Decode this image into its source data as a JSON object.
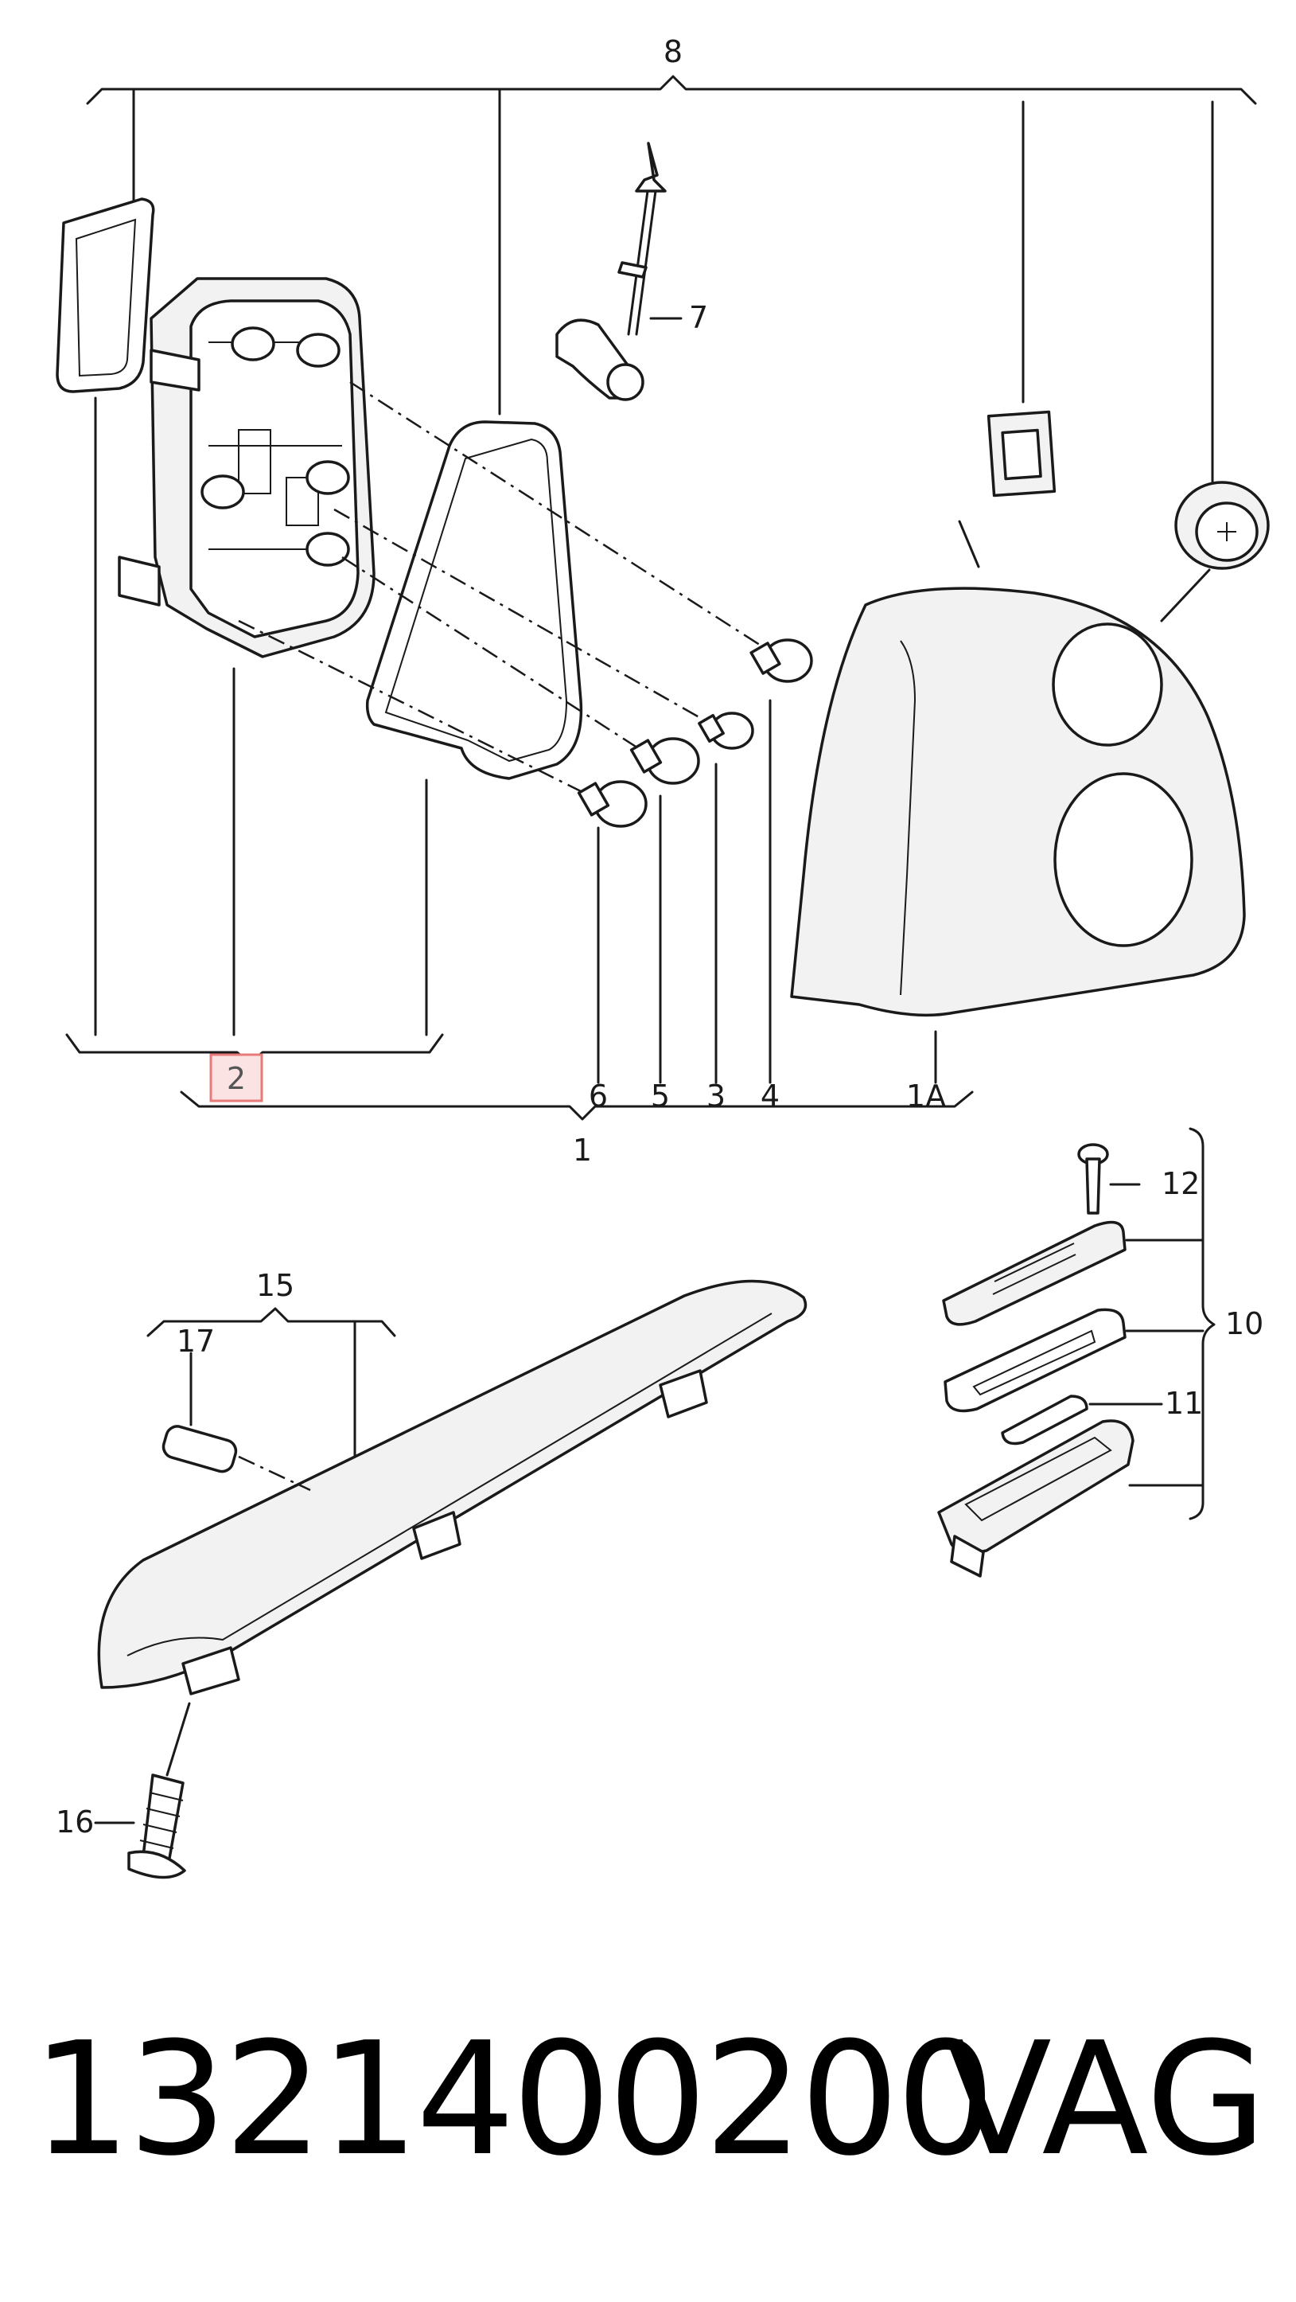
{
  "diagram": {
    "callouts": {
      "c1": "1",
      "c1A": "1A",
      "c2": "2",
      "c3": "3",
      "c4": "4",
      "c5": "5",
      "c6": "6",
      "c7": "7",
      "c8": "8",
      "c10": "10",
      "c11": "11",
      "c12": "12",
      "c15": "15",
      "c16": "16",
      "c17": "17"
    },
    "highlighted_callout": "2",
    "highlight_color": "#e87a7a"
  },
  "footer": {
    "part_number": "1321400200",
    "brand": "VAG"
  }
}
